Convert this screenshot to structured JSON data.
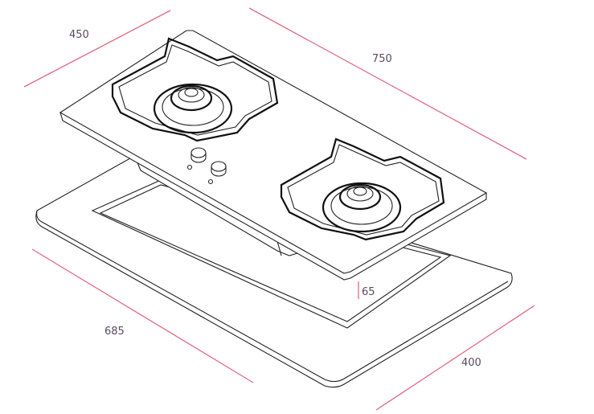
{
  "title": "Gas hob dimension drawing",
  "dimensions": {
    "depth": "450",
    "width": "750",
    "cutout_width": "685",
    "cutout_depth": "400",
    "height": "65"
  },
  "colors": {
    "dimension_line": "#e06a80",
    "dimension_text": "#5a4a5e",
    "outline": "#222222"
  }
}
